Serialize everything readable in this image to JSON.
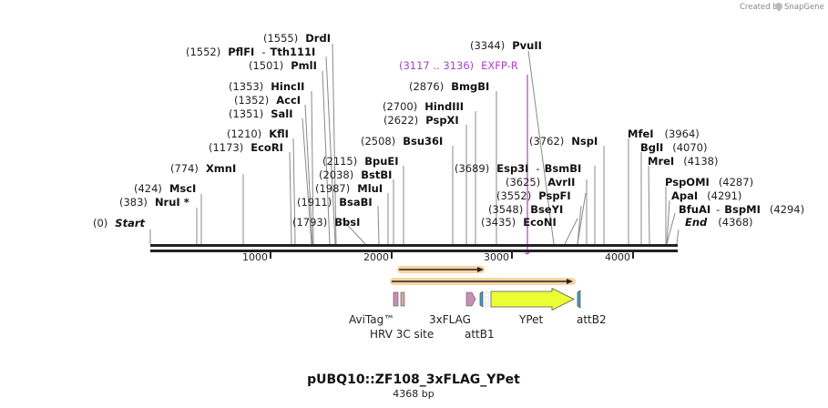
{
  "branding": {
    "created_by": "Created by",
    "app": "SnapGene"
  },
  "map": {
    "title": "pUBQ10::ZF108_3xFLAG_YPet",
    "length_label": "4368 bp",
    "length": 4368,
    "ticks": [
      "1000",
      "2000",
      "3000",
      "4000"
    ]
  },
  "sites": [
    {
      "pos": "(0)",
      "name": "Start",
      "style": "start"
    },
    {
      "pos": "(383)",
      "name": "NruI *"
    },
    {
      "pos": "(424)",
      "name": "MscI"
    },
    {
      "pos": "(774)",
      "name": "XmnI"
    },
    {
      "pos": "(1173)",
      "name": "EcoRI"
    },
    {
      "pos": "(1210)",
      "name": "KflI"
    },
    {
      "pos": "(1351)",
      "name": "SalI"
    },
    {
      "pos": "(1352)",
      "name": "AccI"
    },
    {
      "pos": "(1353)",
      "name": "HincII"
    },
    {
      "pos": "(1501)",
      "name": "PmlI"
    },
    {
      "pos": "(1552)",
      "name": "PflFI",
      "name2": "Tth111I"
    },
    {
      "pos": "(1555)",
      "name": "DrdI"
    },
    {
      "pos": "(1793)",
      "name": "BbsI"
    },
    {
      "pos": "(1911)",
      "name": "BsaBI"
    },
    {
      "pos": "(1987)",
      "name": "MluI"
    },
    {
      "pos": "(2038)",
      "name": "BstBI"
    },
    {
      "pos": "(2115)",
      "name": "BpuEI"
    },
    {
      "pos": "(2508)",
      "name": "Bsu36I"
    },
    {
      "pos": "(2622)",
      "name": "PspXI"
    },
    {
      "pos": "(2700)",
      "name": "HindIII"
    },
    {
      "pos": "(2876)",
      "name": "BmgBI"
    },
    {
      "pos": "(3344)",
      "name": "PvuII"
    },
    {
      "pos": "(3117 .. 3136)",
      "name": "EXFP-R",
      "style": "primer"
    },
    {
      "pos": "(3689)",
      "name": "Esp3I",
      "name2": "BsmBI"
    },
    {
      "pos": "(3625)",
      "name": "AvrII"
    },
    {
      "pos": "(3552)",
      "name": "PspFI"
    },
    {
      "pos": "(3548)",
      "name": "BseYI"
    },
    {
      "pos": "(3435)",
      "name": "EcoNI"
    },
    {
      "pos": "(3762)",
      "name": "NspI"
    },
    {
      "pos": "(3964)",
      "name": "MfeI"
    },
    {
      "pos": "(4070)",
      "name": "BglI"
    },
    {
      "pos": "(4138)",
      "name": "MreI"
    },
    {
      "pos": "(4287)",
      "name": "PspOMI"
    },
    {
      "pos": "(4291)",
      "name": "ApaI"
    },
    {
      "pos": "(4294)",
      "name": "BfuAI",
      "name2": "BspMI"
    },
    {
      "pos": "(4368)",
      "name": "End",
      "style": "start"
    }
  ],
  "features": [
    {
      "name": "AviTag™"
    },
    {
      "name": "HRV 3C site"
    },
    {
      "name": "3xFLAG"
    },
    {
      "name": "attB1"
    },
    {
      "name": "YPet"
    },
    {
      "name": "attB2"
    }
  ],
  "colors": {
    "backbone": "#222222",
    "primer": "#b040c8",
    "orf_outline": "#f0a84a",
    "ypet_fill": "#eaff33",
    "tag_fill": "#c98fb8",
    "att_fill": "#4aa0c8"
  }
}
